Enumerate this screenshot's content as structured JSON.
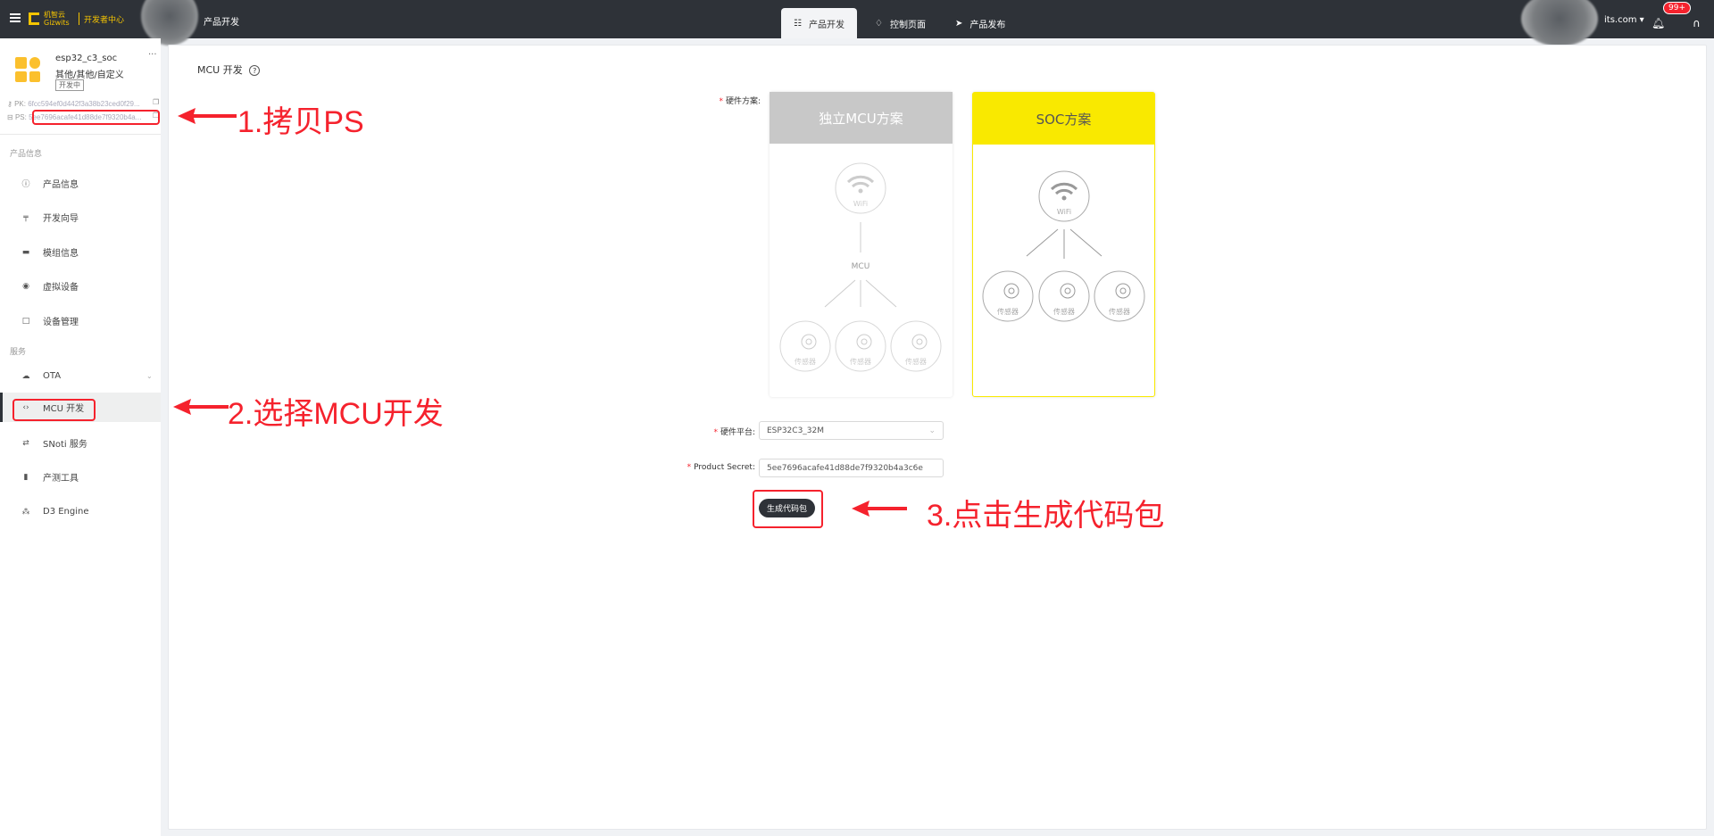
{
  "topbar": {
    "brand": "机智云 Gizwits",
    "portal": "开发者中心",
    "breadcrumb": "产品开发",
    "tabs": [
      {
        "label": "产品开发",
        "icon": "sliders-icon"
      },
      {
        "label": "控制页面",
        "icon": "diamond-icon"
      },
      {
        "label": "产品发布",
        "icon": "send-icon"
      }
    ],
    "account": "its.com",
    "notifications": "99+"
  },
  "product": {
    "name": "esp32_c3_soc",
    "category": "其他/其他/自定义",
    "status": "开发中",
    "pk_label": "PK:",
    "pk": "6fcc594ef0d442f3a38b23ced0f29...",
    "ps_label": "PS:",
    "ps": "5ee7696acafe41d88de7f9320b4a..."
  },
  "sidebar": {
    "section1": "产品信息",
    "section2": "服务",
    "items1": [
      {
        "label": "产品信息",
        "icon": "info-icon"
      },
      {
        "label": "开发向导",
        "icon": "guide-icon"
      },
      {
        "label": "模组信息",
        "icon": "module-icon"
      },
      {
        "label": "虚拟设备",
        "icon": "virtual-device-icon"
      },
      {
        "label": "设备管理",
        "icon": "device-icon"
      }
    ],
    "items2": [
      {
        "label": "OTA",
        "icon": "cloud-icon"
      },
      {
        "label": "MCU 开发",
        "icon": "code-icon"
      },
      {
        "label": "SNoti 服务",
        "icon": "swap-icon"
      },
      {
        "label": "产测工具",
        "icon": "tool-icon"
      },
      {
        "label": "D3 Engine",
        "icon": "engine-icon"
      }
    ]
  },
  "main": {
    "title": "MCU 开发",
    "scheme_label": "硬件方案:",
    "mcu_card": {
      "title": "独立MCU方案",
      "wifi": "WiFi",
      "mcu": "MCU",
      "sensor": "传感器"
    },
    "soc_card": {
      "title": "SOC方案",
      "wifi": "WiFi",
      "sensor": "传感器"
    },
    "platform_label": "硬件平台:",
    "platform_value": "ESP32C3_32M",
    "secret_label": "Product Secret:",
    "secret_value": "5ee7696acafe41d88de7f9320b4a3c6e",
    "generate_button": "生成代码包"
  },
  "annotations": {
    "step1": "1.拷贝PS",
    "step2": "2.选择MCU开发",
    "step3": "3.点击生成代码包"
  },
  "colors": {
    "topbar": "#2e3238",
    "accent": "#f5c400",
    "soc_header": "#f9e900",
    "annotation": "#f5222d"
  }
}
